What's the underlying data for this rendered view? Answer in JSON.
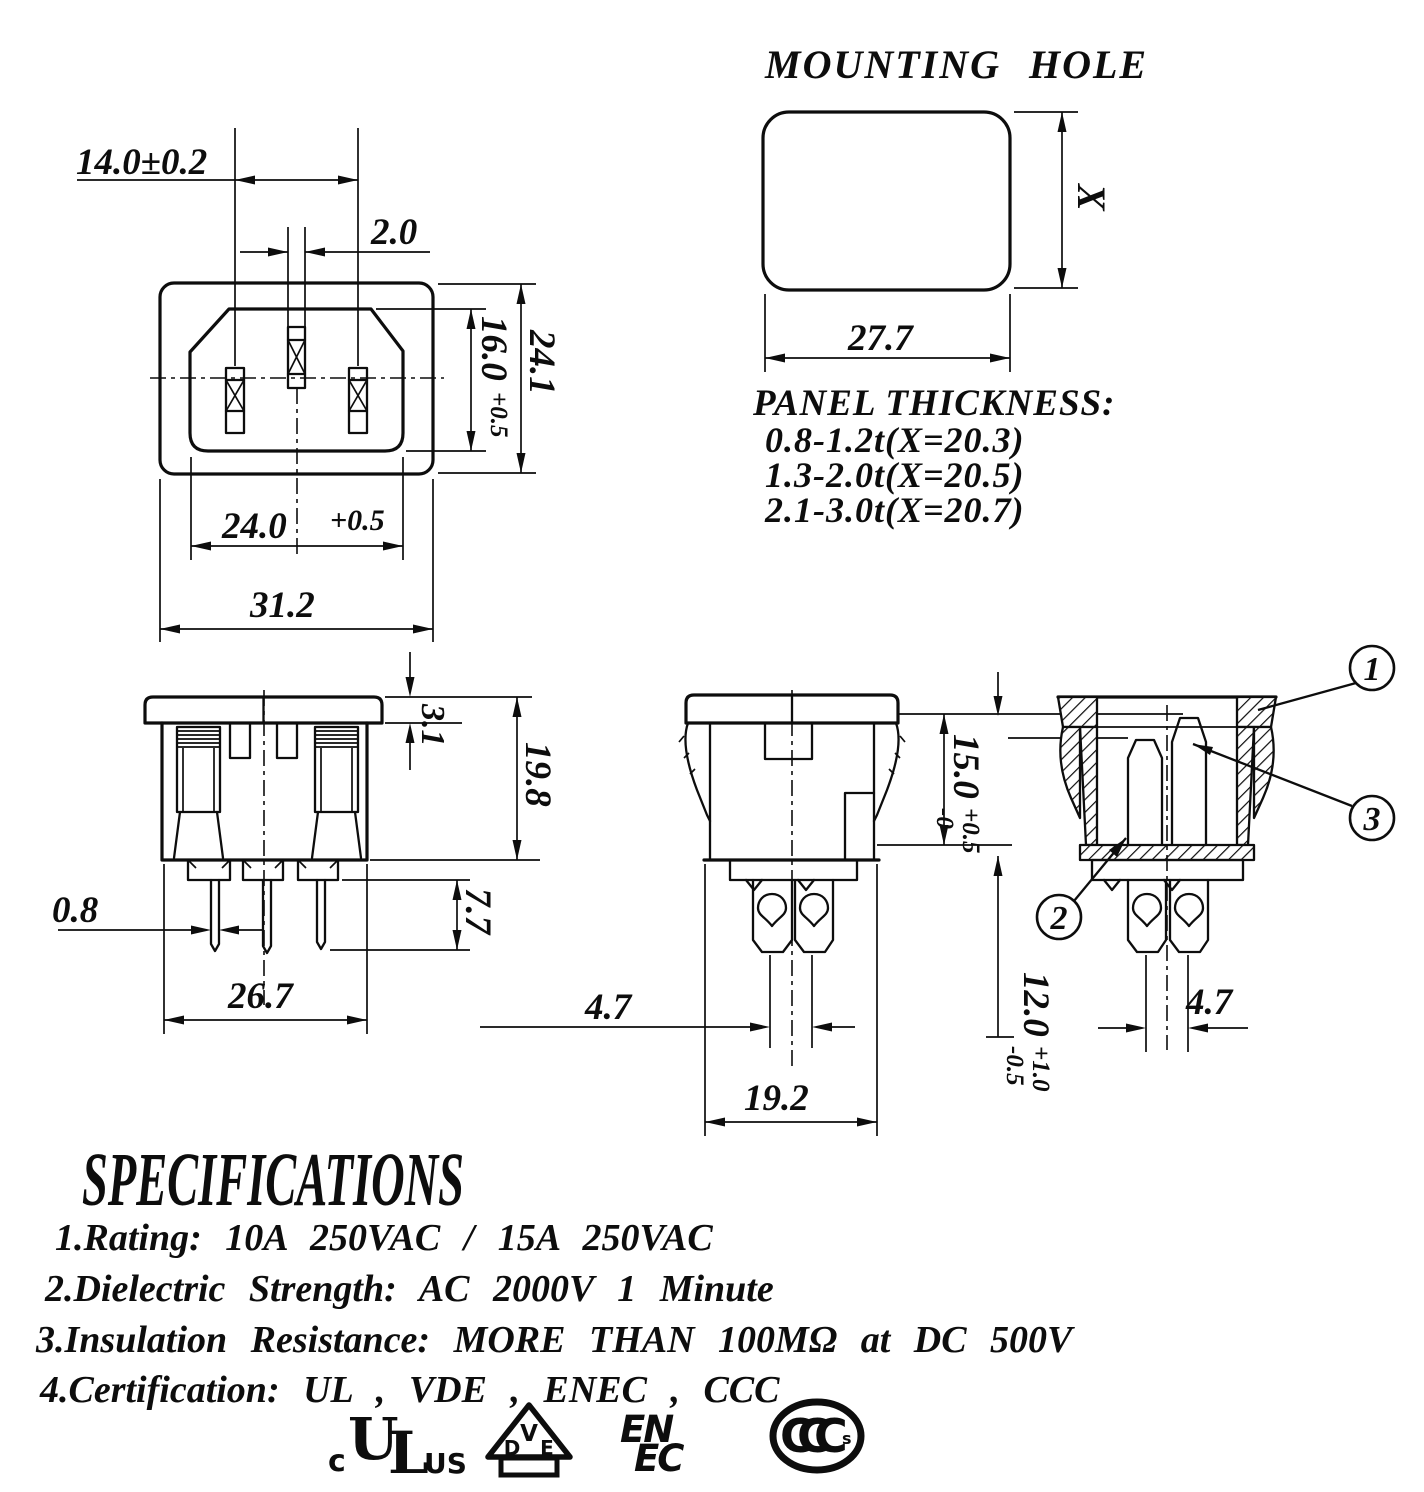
{
  "front_view": {
    "pin_pitch": "14.0±0.2",
    "earth_pin_width": "2.0",
    "opening_height": "16.0",
    "opening_height_tol": "+0.5",
    "overall_height": "24.1",
    "opening_width": "24.0",
    "opening_width_tol": "+0.5",
    "overall_width": "31.2"
  },
  "mounting_hole": {
    "title": "MOUNTING HOLE",
    "hole_width": "27.7",
    "hole_height": "X",
    "panel_note_title": "PANEL THICKNESS:",
    "panel_rows": [
      "0.8-1.2t(X=20.3)",
      "1.3-2.0t(X=20.5)",
      "2.1-3.0t(X=20.7)"
    ]
  },
  "front_elevation": {
    "flange_thickness": "3.1",
    "body_height": "19.8",
    "pin_thickness": "0.8",
    "pin_length": "7.7",
    "body_width": "26.7"
  },
  "side_elevation": {
    "terminal_offset": "4.7",
    "body_width": "19.2",
    "snap_depth": "15.0",
    "snap_depth_tol_plus": "+0.5",
    "snap_depth_tol_minus": "-0"
  },
  "section_view": {
    "terminal_length": "12.0",
    "terminal_length_tol_plus": "+1.0",
    "terminal_length_tol_minus": "-0.5",
    "terminal_offset": "4.7",
    "callouts": [
      "1",
      "2",
      "3"
    ]
  },
  "specifications": {
    "title": "SPECIFICATIONS",
    "items": [
      "1.Rating: 10A 250VAC / 15A 250VAC",
      "2.Dielectric Strength: AC 2000V 1 Minute",
      "3.Insulation Resistance: MORE THAN 100MΩ at DC 500V",
      "4.Certification: UL , VDE , ENEC , CCC"
    ]
  },
  "logos": {
    "ul": {
      "prefix": "c",
      "letter_u": "U",
      "letter_l": "L",
      "suffix": "US"
    },
    "vde": {
      "v": "V",
      "d": "D",
      "e": "E"
    },
    "enec": {
      "top": "EN",
      "bottom": "EC"
    },
    "ccc": {
      "c1": "C",
      "c2": "C",
      "c3": "C",
      "s": "s"
    }
  }
}
